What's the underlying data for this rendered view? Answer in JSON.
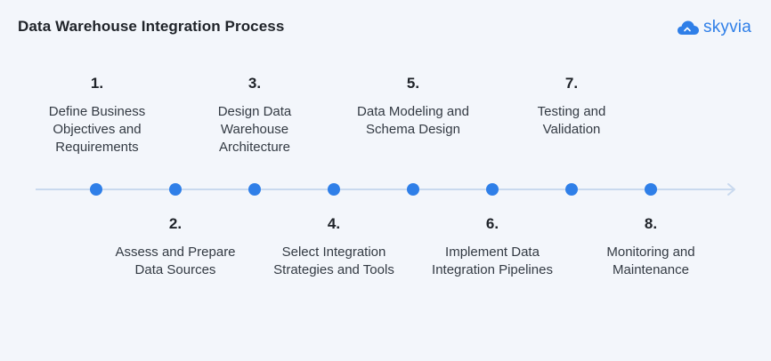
{
  "title": "Data Warehouse Integration Process",
  "logo": {
    "text": "skyvia",
    "icon": "cloud-icon",
    "color": "#2f7fe8"
  },
  "colors": {
    "line": "#c9d9ee",
    "dot": "#2f7fe8",
    "background": "#f3f6fb"
  },
  "steps": [
    {
      "number": "1.",
      "label": "Define Business\nObjectives and\nRequirements"
    },
    {
      "number": "2.",
      "label": "Assess and Prepare\nData Sources"
    },
    {
      "number": "3.",
      "label": "Design Data\nWarehouse\nArchitecture"
    },
    {
      "number": "4.",
      "label": "Select Integration\nStrategies and Tools"
    },
    {
      "number": "5.",
      "label": "Data Modeling and\nSchema Design"
    },
    {
      "number": "6.",
      "label": "Implement Data\nIntegration Pipelines"
    },
    {
      "number": "7.",
      "label": "Testing and\nValidation"
    },
    {
      "number": "8.",
      "label": "Monitoring and\nMaintenance"
    }
  ]
}
